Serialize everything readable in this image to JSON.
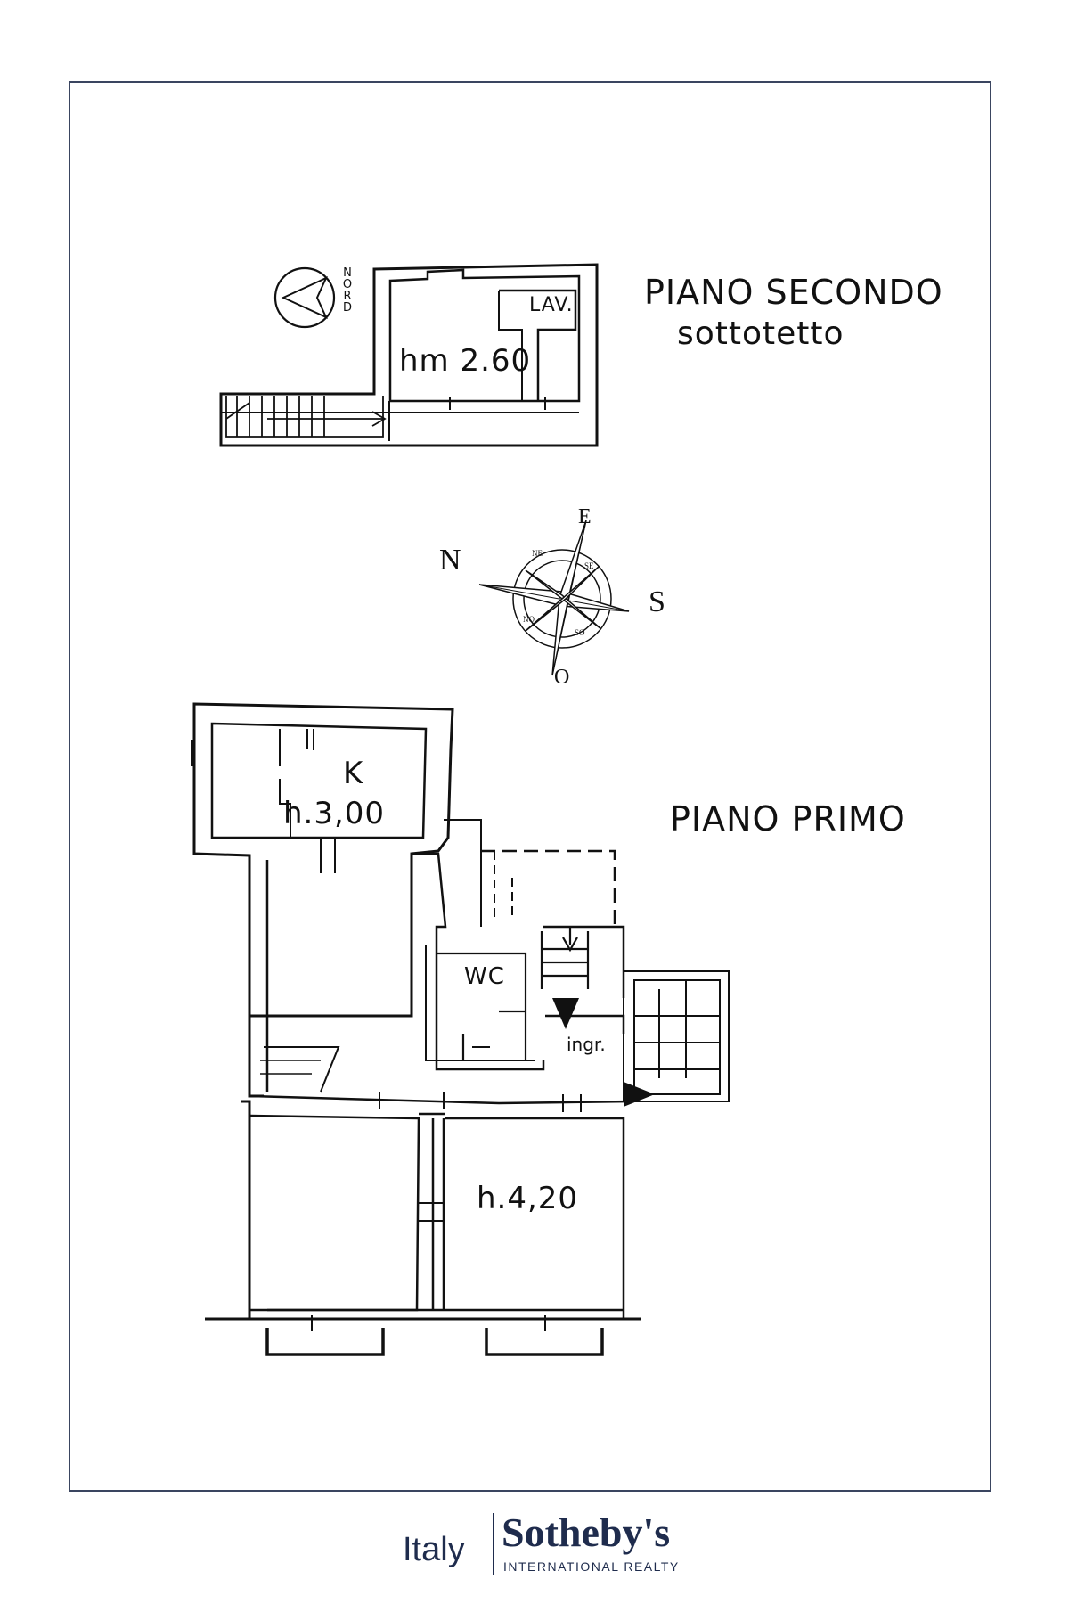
{
  "floors": {
    "second": {
      "title": "PIANO SECONDO",
      "subtitle": "sottotetto",
      "room_height": "hm 2.60",
      "laundry": "LAV."
    },
    "first": {
      "title": "PIANO PRIMO",
      "kitchen": "K",
      "kitchen_height": "h.3,00",
      "wc": "WC",
      "entrance": "ingr.",
      "room_height": "h.4,20"
    }
  },
  "north_marker": {
    "letters": [
      "N",
      "O",
      "R",
      "D"
    ]
  },
  "compass": {
    "north": "N",
    "east": "E",
    "south": "S",
    "west": "O",
    "nw": "NE",
    "ne": "SE",
    "sw": "NO",
    "se": "SO"
  },
  "footer": {
    "region": "Italy",
    "brand": "Sotheby's",
    "tagline": "INTERNATIONAL REALTY"
  },
  "colors": {
    "line": "#111111",
    "frame": "#3a4560",
    "brand": "#1f2c4d"
  }
}
